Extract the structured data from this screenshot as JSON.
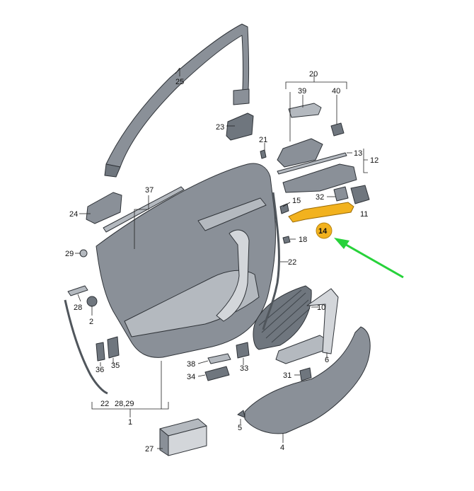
{
  "diagram": {
    "colors": {
      "part_dark": "#6f767e",
      "part_light": "#b4b9bf",
      "highlight": "#f2b21e",
      "pointer_arrow": "#27d23a"
    },
    "highlighted_part": "14",
    "labels": {
      "l1": "1",
      "l2": "2",
      "l4": "4",
      "l5": "5",
      "l6": "6",
      "l10": "10",
      "l11": "11",
      "l12": "12",
      "l13": "13",
      "l14": "14",
      "l15": "15",
      "l18": "18",
      "l20": "20",
      "l21": "21",
      "l22a": "22",
      "l22b": "22",
      "l23": "23",
      "l24": "24",
      "l25": "25",
      "l27": "27",
      "l28": "28",
      "l28_29": "28,29",
      "l29": "29",
      "l31": "31",
      "l32": "32",
      "l33": "33",
      "l34": "34",
      "l35": "35",
      "l36": "36",
      "l37": "37",
      "l38": "38",
      "l39": "39",
      "l40": "40"
    }
  }
}
